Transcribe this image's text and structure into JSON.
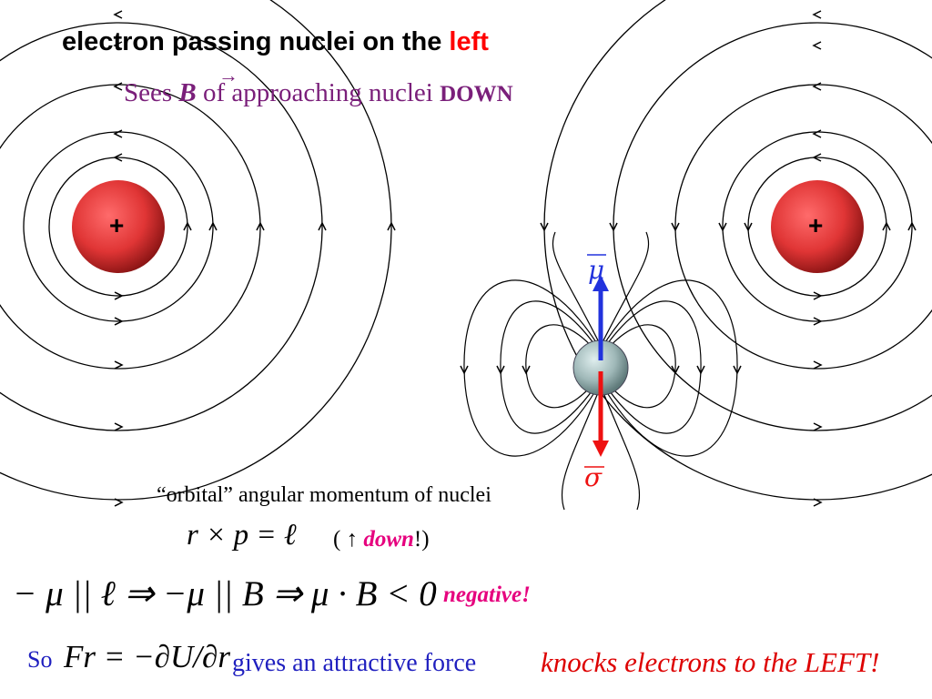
{
  "title": {
    "main": "electron passing nuclei on the ",
    "highlight": "left"
  },
  "subtitle": {
    "prefix": "Sees ",
    "b": "B",
    "middle": " of approaching nuclei ",
    "suffix": "DOWN"
  },
  "labels": {
    "nucleus_left": "+",
    "nucleus_right": "+",
    "mu": "μ",
    "sigma": "σ"
  },
  "orbital_caption": "“orbital” angular momentum of nuclei",
  "equation1": {
    "lhs": "r × p = ℓ",
    "paren_open": "( ↑ ",
    "down": "down",
    "paren_close": "!)"
  },
  "equation2": "− μ || ℓ ⇒ −μ || B ⇒ μ · B < 0",
  "negative": "negative!",
  "so": "So",
  "force_eq": "Fr = −∂U/∂r",
  "gives": "gives an attractive force",
  "knocks": "knocks electrons to the LEFT!",
  "colors": {
    "highlight": "#ff0000",
    "subtitle": "#7a1f7a",
    "magenta": "#e6007e",
    "blue": "#1f1fbf",
    "red": "#dd0000",
    "mu_arrow": "#2233dd",
    "sigma_arrow": "#ee1111"
  }
}
